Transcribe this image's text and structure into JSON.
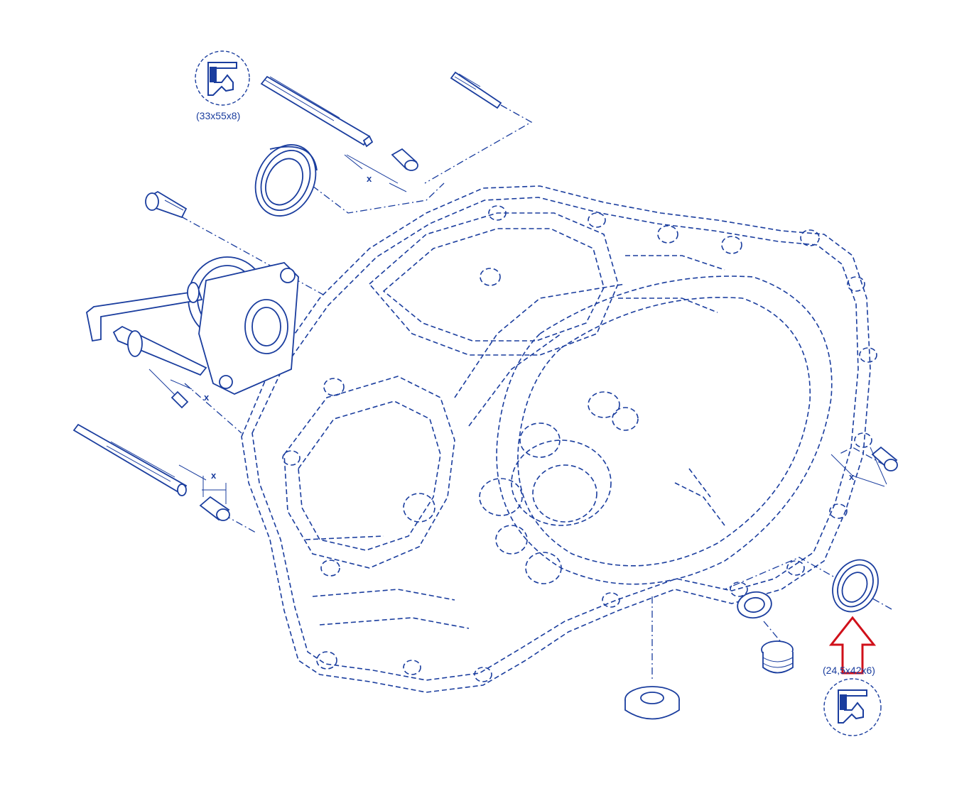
{
  "seal_labels": {
    "top_seal": "(33x55x8)",
    "bottom_seal": "(24,5x42x6)"
  },
  "dimension_marker": "x",
  "colors": {
    "line": "#1a3d9e",
    "highlight_arrow": "#d0101a",
    "background": "#ffffff"
  },
  "icons": {
    "seal_profile": "seal-profile-icon",
    "highlight": "up-arrow-icon"
  }
}
